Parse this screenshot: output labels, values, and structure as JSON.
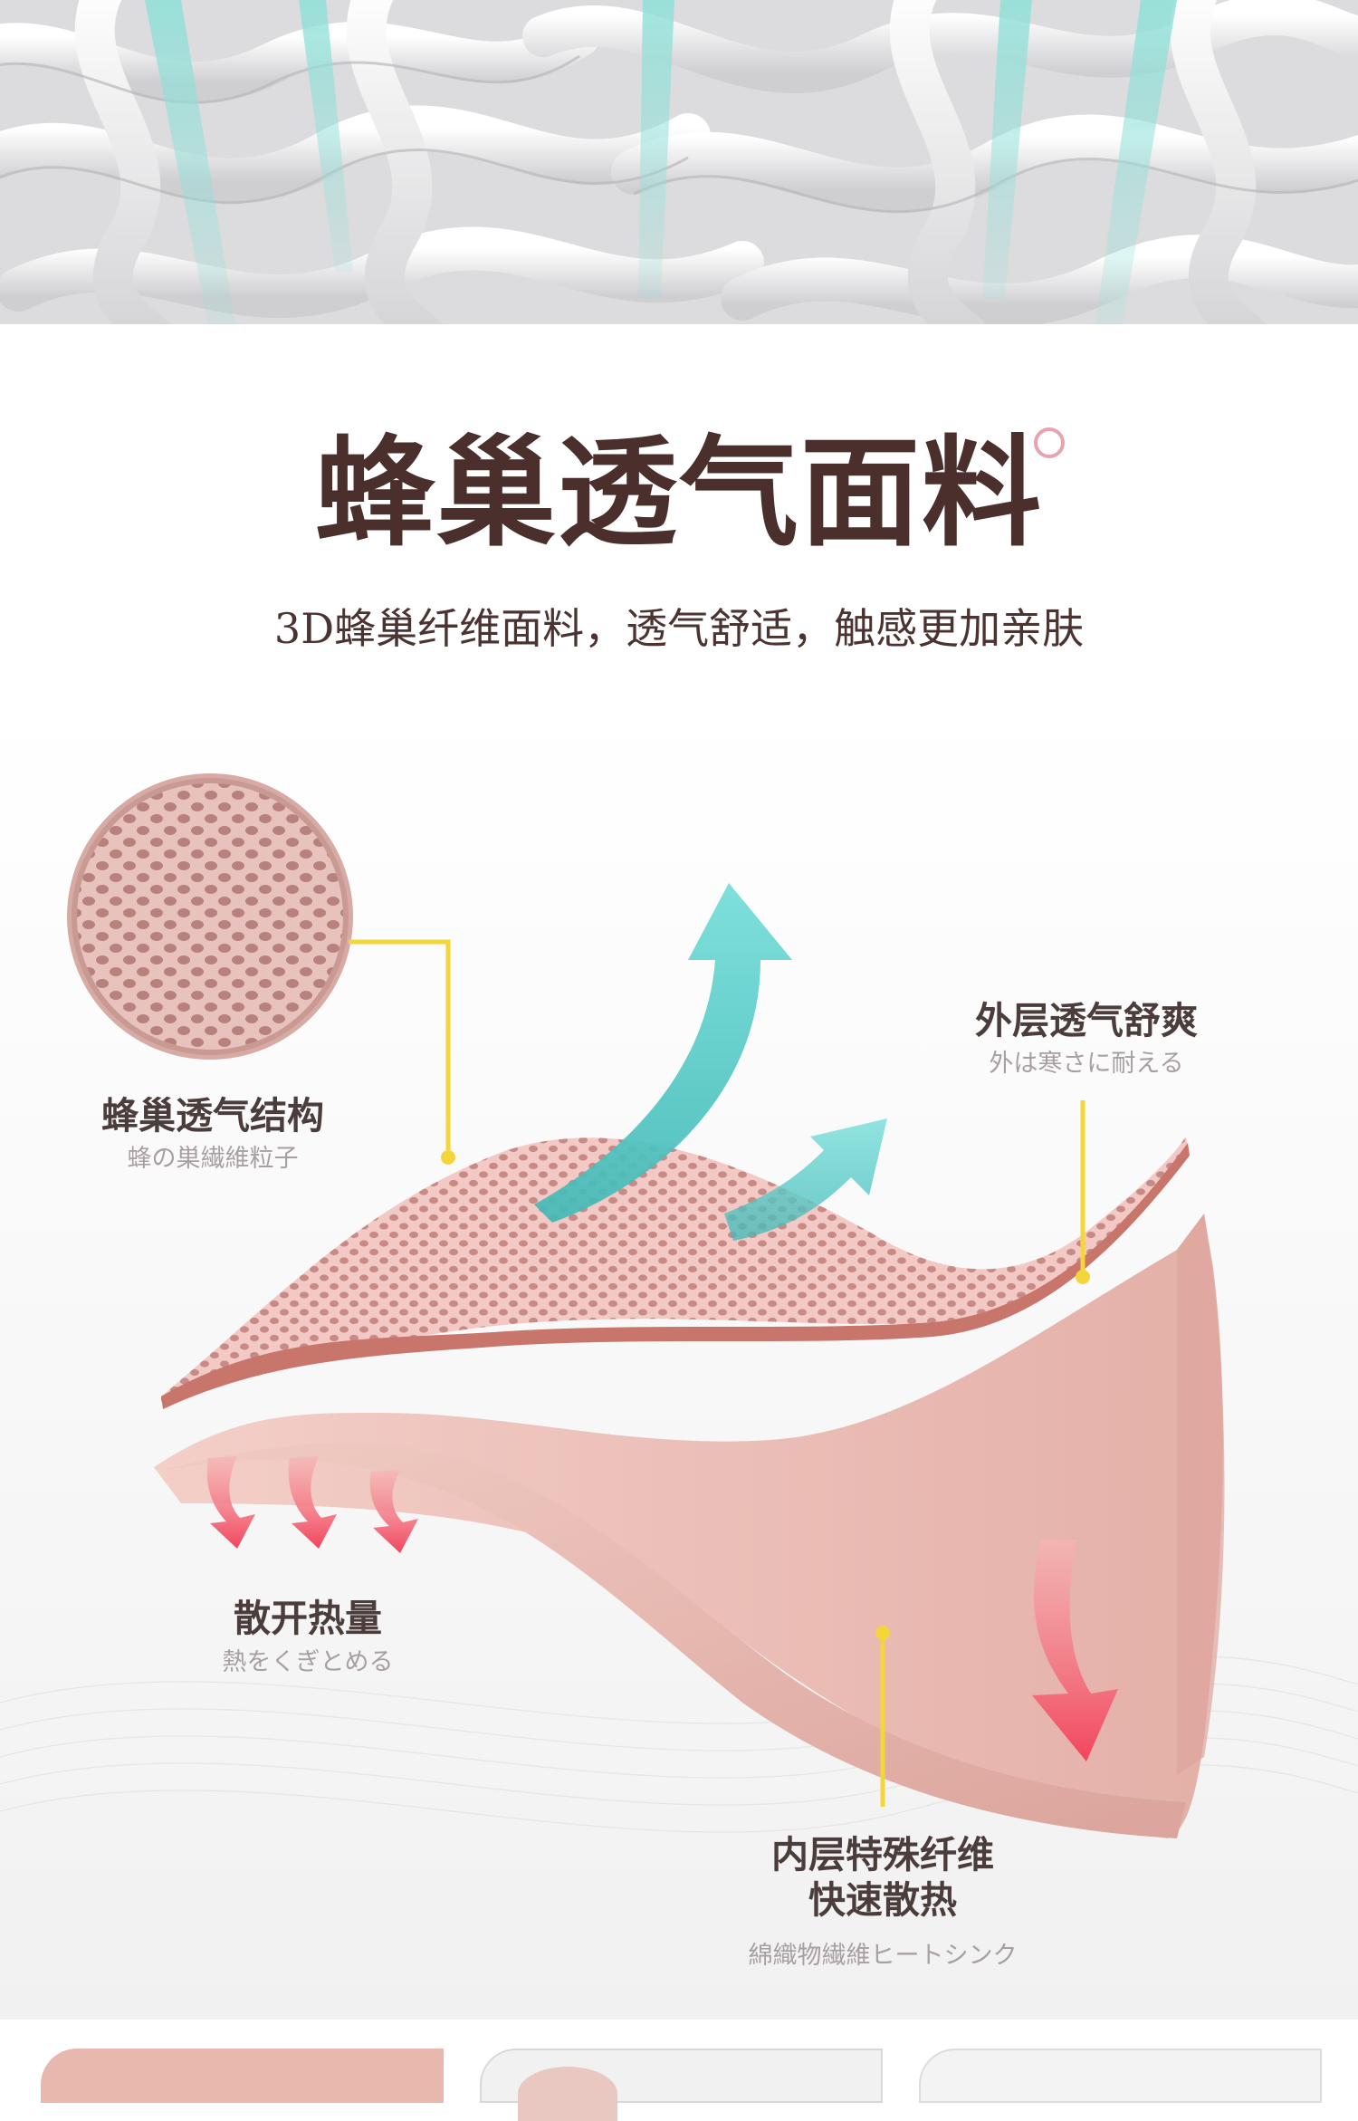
{
  "heading": {
    "title": "蜂巢透气面料",
    "subtitle": "3D蜂巢纤维面料，透气舒适，触感更加亲肤"
  },
  "callouts": {
    "honeycomb": {
      "title": "蜂巢透气结构",
      "subtitle": "蜂の巣繊維粒子"
    },
    "outer": {
      "title": "外层透气舒爽",
      "subtitle": "外は寒さに耐える"
    },
    "heat": {
      "title": "散开热量",
      "subtitle": "熱をくぎとめる"
    },
    "inner": {
      "title_line1": "内层特殊纤维",
      "title_line2": "快速散热",
      "subtitle": "綿織物繊維ヒートシンク"
    }
  },
  "colors": {
    "title": "#4a2f2c",
    "fabric_pink": "#e9b7b0",
    "fabric_edge": "#c9786e",
    "arrow_teal": "#3fc7c7",
    "arrow_red": "#f2455d",
    "leader_yellow": "#f5d63a"
  },
  "icons": [
    "honeycomb-texture-circle",
    "airflow-arrow-up",
    "airflow-arrow-right",
    "heat-arrow-down",
    "ring-icon"
  ]
}
